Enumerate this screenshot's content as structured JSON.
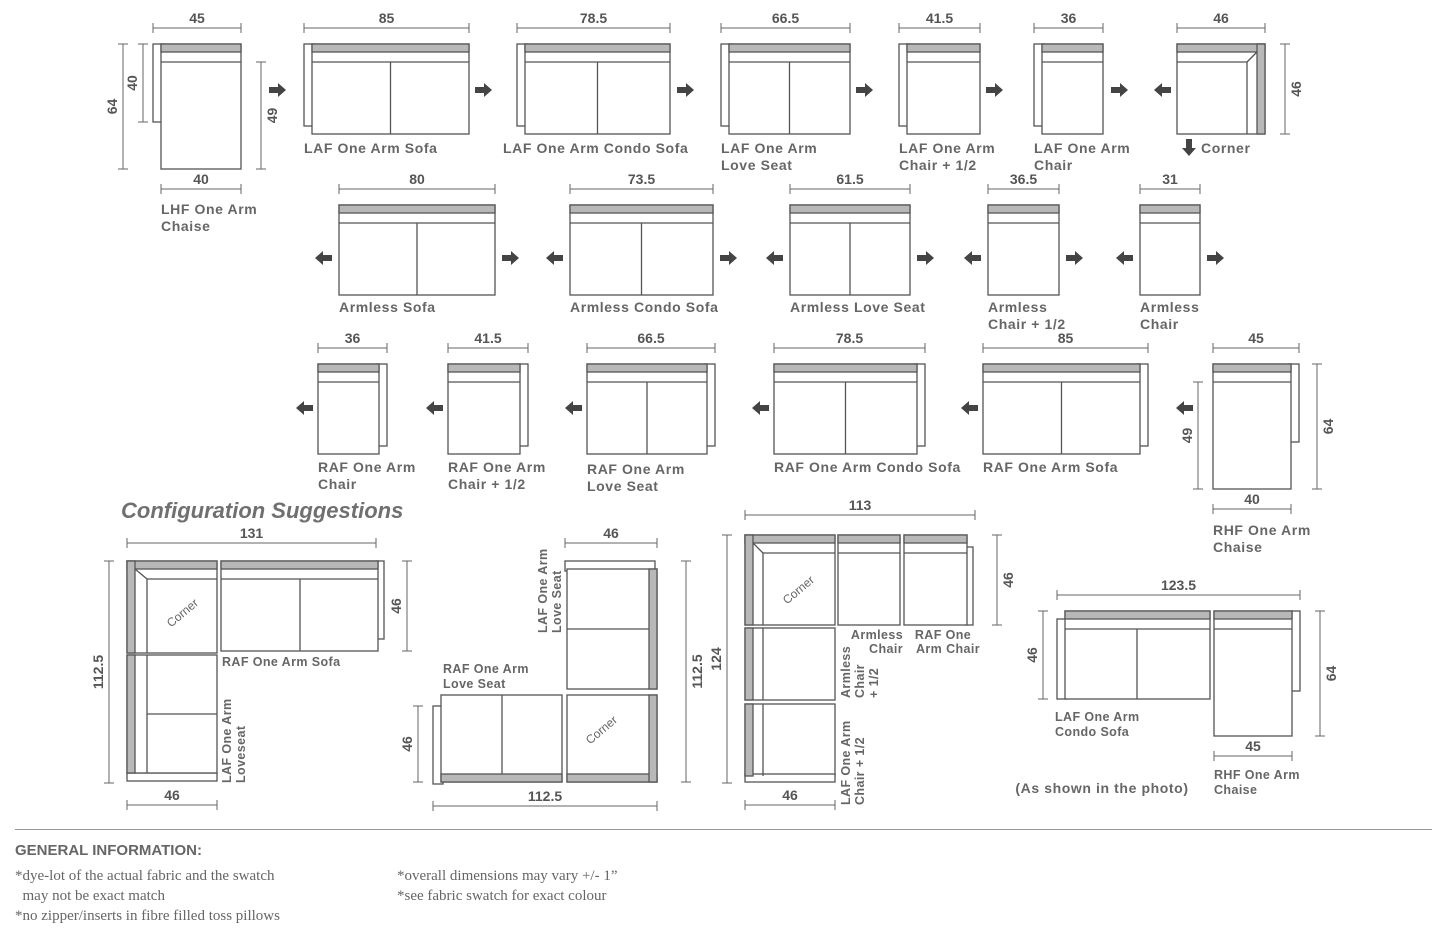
{
  "top_row": [
    {
      "id": "lhf-chaise",
      "width": "45",
      "depth_outer": "64",
      "depth_inner": "40",
      "depth_right": "49",
      "bottom": "40",
      "label": [
        "LHF One Arm",
        "Chaise"
      ]
    },
    {
      "id": "laf-sofa",
      "width": "85",
      "label": [
        "LAF One Arm Sofa"
      ]
    },
    {
      "id": "laf-condo",
      "width": "78.5",
      "label": [
        "LAF One Arm Condo Sofa"
      ]
    },
    {
      "id": "laf-love",
      "width": "66.5",
      "label": [
        "LAF One Arm",
        "Love Seat"
      ]
    },
    {
      "id": "laf-chair-half",
      "width": "41.5",
      "label": [
        "LAF One Arm",
        "Chair + 1/2"
      ]
    },
    {
      "id": "laf-chair",
      "width": "36",
      "label": [
        "LAF One Arm",
        "Chair"
      ]
    },
    {
      "id": "corner",
      "width": "46",
      "depth": "46",
      "label": [
        "Corner"
      ]
    }
  ],
  "armless_row": [
    {
      "id": "armless-sofa",
      "width": "80",
      "label": [
        "Armless Sofa"
      ]
    },
    {
      "id": "armless-condo",
      "width": "73.5",
      "label": [
        "Armless Condo Sofa"
      ]
    },
    {
      "id": "armless-love",
      "width": "61.5",
      "label": [
        "Armless Love Seat"
      ]
    },
    {
      "id": "armless-chair-half",
      "width": "36.5",
      "label": [
        "Armless",
        "Chair + 1/2"
      ]
    },
    {
      "id": "armless-chair",
      "width": "31",
      "label": [
        "Armless",
        "Chair"
      ]
    }
  ],
  "raf_row": [
    {
      "id": "raf-chair",
      "width": "36",
      "label": [
        "RAF One Arm",
        "Chair"
      ]
    },
    {
      "id": "raf-chair-half",
      "width": "41.5",
      "label": [
        "RAF One Arm",
        "Chair + 1/2"
      ]
    },
    {
      "id": "raf-love",
      "width": "66.5",
      "label": [
        "RAF One Arm",
        "Love Seat"
      ]
    },
    {
      "id": "raf-condo",
      "width": "78.5",
      "label": [
        "RAF One Arm Condo Sofa"
      ]
    },
    {
      "id": "raf-sofa",
      "width": "85",
      "label": [
        "RAF One Arm Sofa"
      ]
    },
    {
      "id": "rhf-chaise",
      "width": "45",
      "depth_outer": "64",
      "depth_inner": "49",
      "bottom": "40",
      "label": [
        "RHF One Arm",
        "Chaise"
      ]
    }
  ],
  "config_title": "Configuration Suggestions",
  "configs": {
    "c1": {
      "top": "131",
      "side": "112.5",
      "right": "46",
      "bottom": "46",
      "corner": "Corner",
      "sofa_label": "RAF One Arm Sofa",
      "loveseat_label": [
        "LAF One Arm",
        "Loveseat"
      ]
    },
    "c2": {
      "top": "46",
      "right": "112.5",
      "left": "46",
      "bottom": "112.5",
      "corner": "Corner",
      "love_label": [
        "RAF One Arm",
        "Love Seat"
      ],
      "side_label": [
        "LAF One Arm",
        "Love Seat"
      ]
    },
    "c3": {
      "top": "113",
      "right": "46",
      "left": "124",
      "bottom": "46",
      "corner": "Corner",
      "armless_label": [
        "Armless",
        "Chair"
      ],
      "raf_label": [
        "RAF One",
        "Arm Chair"
      ],
      "armless_half_label": [
        "Armless",
        "Chair",
        "+ 1/2"
      ],
      "laf_half_label": [
        "LAF One Arm",
        "Chair + 1/2"
      ]
    },
    "c4": {
      "top": "123.5",
      "left": "46",
      "right": "64",
      "bottom": "45",
      "condo_label": [
        "LAF One Arm",
        "Condo Sofa"
      ],
      "chaise_label": [
        "RHF One Arm",
        "Chaise"
      ],
      "note": "(As shown in the photo)"
    }
  },
  "general": {
    "heading": "GENERAL INFORMATION:",
    "left_notes": [
      "*dye-lot of the actual fabric and the swatch",
      "  may not be exact match",
      "*no zipper/inserts in fibre filled toss pillows"
    ],
    "right_notes": [
      "*overall dimensions may vary +/- 1”",
      "*see fabric swatch for exact colour"
    ]
  },
  "colors": {
    "line": "#555555",
    "fill": "#ffffff",
    "shade": "#b8b8b8",
    "text": "#666666"
  }
}
